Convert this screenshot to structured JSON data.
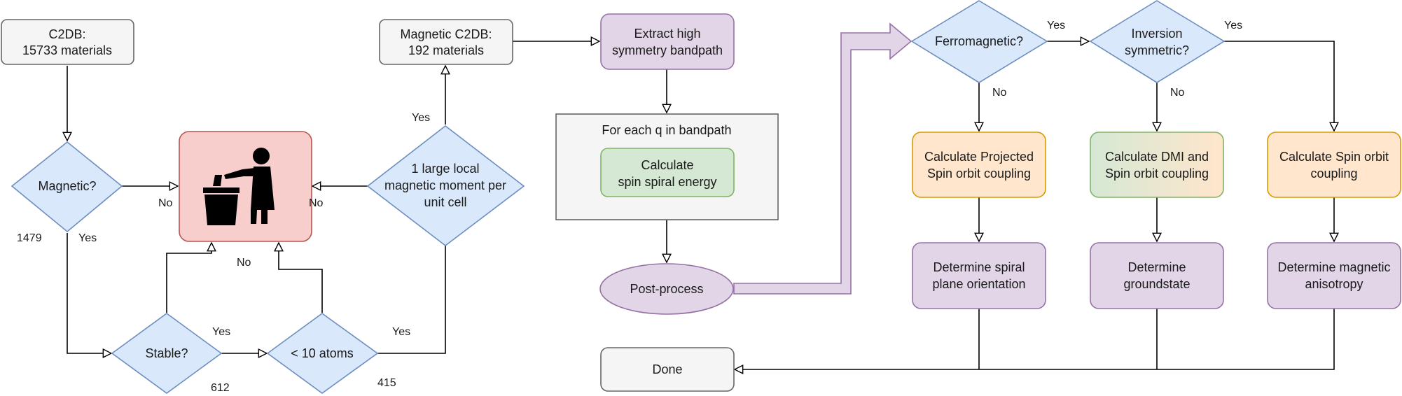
{
  "nodes": {
    "c2db": [
      "C2DB:",
      "15733 materials"
    ],
    "magnetic_q": [
      "Magnetic?"
    ],
    "stable_q": [
      "Stable?"
    ],
    "atoms_q": [
      "< 10 atoms"
    ],
    "moment_q": [
      "1 large local",
      "magnetic moment per",
      "unit cell"
    ],
    "magnetic_c2db": [
      "Magnetic C2DB:",
      "192 materials"
    ],
    "extract": [
      "Extract high",
      "symmetry bandpath"
    ],
    "foreach_title": "For each q in bandpath",
    "spiral_energy": [
      "Calculate",
      "spin spiral energy"
    ],
    "postprocess": [
      "Post-process"
    ],
    "ferro_q": [
      "Ferromagnetic?"
    ],
    "inversion_q": [
      "Inversion",
      "symmetric?"
    ],
    "calc_projected": [
      "Calculate Projected",
      "Spin orbit coupling"
    ],
    "calc_dmi": [
      "Calculate DMI and",
      "Spin orbit coupling"
    ],
    "calc_soc": [
      "Calculate Spin orbit",
      "coupling"
    ],
    "det_spiral": [
      "Determine spiral",
      "plane orientation"
    ],
    "det_ground": [
      "Determine",
      "groundstate"
    ],
    "det_aniso": [
      "Determine magnetic",
      "anisotropy"
    ],
    "done": [
      "Done"
    ]
  },
  "labels": {
    "no_magnetic": "No",
    "yes_magnetic": "Yes",
    "count_1479": "1479",
    "yes_stable": "Yes",
    "no_stable": "No",
    "count_612": "612",
    "yes_atoms": "Yes",
    "count_415": "415",
    "no_moment": "No",
    "yes_moment": "Yes",
    "yes_ferro": "Yes",
    "no_ferro": "No",
    "yes_inversion": "Yes",
    "no_inversion": "No"
  },
  "icons": {
    "trash": "trash-bin-person-icon"
  },
  "colors": {
    "grey_fill": "#f5f5f5",
    "grey_stroke": "#666666",
    "blue_fill": "#dae8fc",
    "blue_stroke": "#6c8ebf",
    "red_fill": "#f8cecc",
    "red_stroke": "#b85450",
    "purple_fill": "#e1d5e7",
    "purple_stroke": "#9673a6",
    "green_fill": "#d5e8d4",
    "green_stroke": "#82b366",
    "orange_fill": "#ffe6cc",
    "orange_stroke": "#d79b00"
  }
}
